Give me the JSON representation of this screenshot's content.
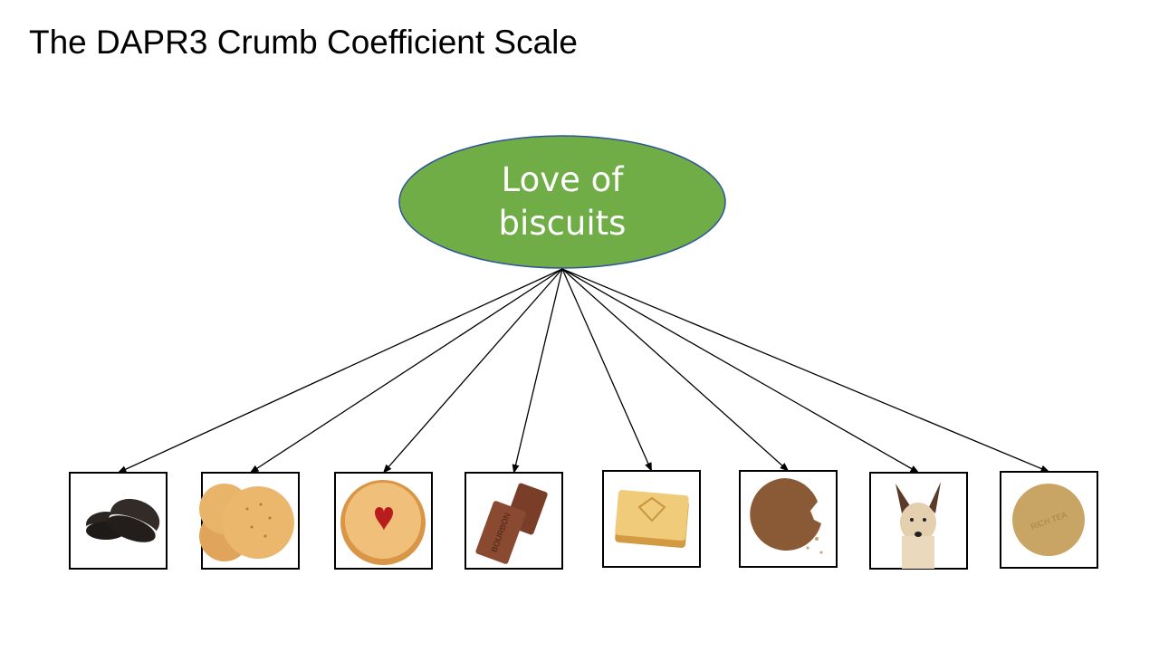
{
  "slide": {
    "title": "The DAPR3 Crumb Coefficient Scale"
  },
  "latent_factor": {
    "label_line1": "Love of",
    "label_line2": "biscuits",
    "fill_color": "#70AD47",
    "stroke_color": "#2F5597"
  },
  "indicators": [
    {
      "icon": "oreo-icon"
    },
    {
      "icon": "digestive-icon"
    },
    {
      "icon": "jammie-dodger-icon"
    },
    {
      "icon": "bourbon-icon",
      "lettering": "BOURBON"
    },
    {
      "icon": "custard-cream-icon"
    },
    {
      "icon": "chocolate-digestive-icon"
    },
    {
      "icon": "dog-icon"
    },
    {
      "icon": "rich-tea-icon",
      "lettering": "RICH TEA"
    }
  ]
}
